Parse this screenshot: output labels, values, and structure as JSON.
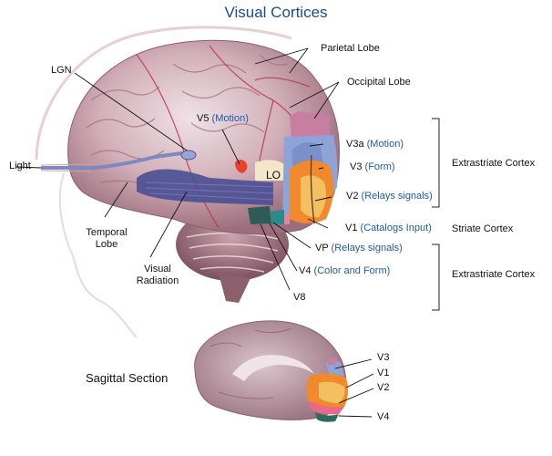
{
  "title": "Visual Cortices",
  "colors": {
    "title": "#1a4a9a",
    "function_text": "#1f5aa6",
    "label_text": "#111111",
    "brain": "#c9a3ae",
    "v3a": "#c77ea1",
    "v3": "#8fa4d6",
    "v2": "#f08a2c",
    "v1": "#f2c060",
    "vp": "#2e8a8a",
    "v4": "#2f5a55",
    "v5": "#e5432a",
    "lo": "#f4e7c8",
    "radiation": "#4a4f94"
  },
  "anatomy_labels": {
    "lgn": "LGN",
    "light": "Light",
    "temporal_lobe": [
      "Temporal",
      "Lobe"
    ],
    "visual_radiation": [
      "Visual",
      "Radiation"
    ],
    "parietal_lobe": "Parietal Lobe",
    "occipital_lobe": "Occipital Lobe",
    "lo": "LO",
    "v8": "V8"
  },
  "areas": [
    {
      "name": "V5",
      "function": "(Motion)"
    },
    {
      "name": "V3a",
      "function": "(Motion)"
    },
    {
      "name": "V3",
      "function": "(Form)"
    },
    {
      "name": "V2",
      "function": "(Relays signals)"
    },
    {
      "name": "V1",
      "function": "(Catalogs Input)"
    },
    {
      "name": "VP",
      "function": "(Relays signals)"
    },
    {
      "name": "V4",
      "function": "(Color and Form)"
    }
  ],
  "groups": {
    "extrastriate_upper": "Extrastriate Cortex",
    "striate": "Striate Cortex",
    "extrastriate_lower": "Extrastriate Cortex"
  },
  "sagittal": {
    "title": "Sagittal Section",
    "labels": [
      "V3",
      "V1",
      "V2",
      "V4"
    ]
  }
}
